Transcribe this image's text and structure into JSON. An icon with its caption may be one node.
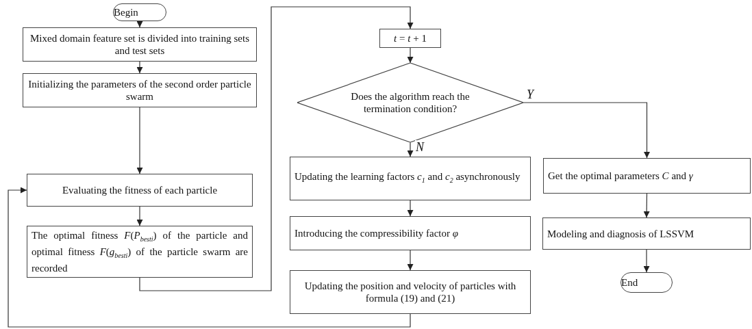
{
  "diagram": {
    "nodes": [
      {
        "text": [
          "Begin"
        ]
      },
      {
        "text": [
          "Mixed domain feature set is divided into training sets and test sets"
        ]
      },
      {
        "text": [
          "Initializing the parameters of the second order particle swarm"
        ]
      },
      {
        "text": [
          "Evaluating the fitness of each particle"
        ]
      },
      {
        "text": [
          "The optimal fitness *F*(*P*$_{besti}$) of the particle and optimal fitness *F*(*g*$_{besti}$) of the particle swarm are recorded"
        ]
      },
      {
        "text": [
          "*t* = *t* + 1"
        ]
      },
      {
        "text": [
          "Does the algorithm reach the termination condition?"
        ]
      },
      {
        "text": [
          "Updating the learning factors *c*$_{1}$ and *c*$_{2}$ asynchronously"
        ]
      },
      {
        "text": [
          "Introducing the compressibility factor *φ*"
        ]
      },
      {
        "text": [
          "Updating the position and velocity of particles with formula (19) and (21)"
        ]
      },
      {
        "text": [
          "Get the optimal parameters *C* and *γ*"
        ]
      },
      {
        "text": [
          "Modeling and diagnosis of LSSVM"
        ]
      },
      {
        "text": [
          "End"
        ]
      }
    ],
    "edges": [
      {
        "from": 0,
        "to": 1,
        "arrow": "to"
      },
      {
        "from": 1,
        "to": 2,
        "arrow": "to"
      },
      {
        "from": 2,
        "to": 3,
        "arrow": "to"
      },
      {
        "from": 3,
        "to": 4,
        "arrow": "to"
      },
      {
        "from": 4,
        "to": 5,
        "arrow": "to"
      },
      {
        "from": 5,
        "to": 6,
        "arrow": "to"
      },
      {
        "from": 6,
        "to": 7,
        "arrow": "to",
        "label": "N"
      },
      {
        "from": 6,
        "to": 10,
        "arrow": "to",
        "label": "Y"
      },
      {
        "from": 7,
        "to": 8,
        "arrow": "to"
      },
      {
        "from": 8,
        "to": 9,
        "arrow": "to"
      },
      {
        "from": 9,
        "to": 3,
        "arrow": "to"
      },
      {
        "from": 10,
        "to": 11,
        "arrow": "to"
      },
      {
        "from": 11,
        "to": 12,
        "arrow": "to"
      }
    ]
  }
}
